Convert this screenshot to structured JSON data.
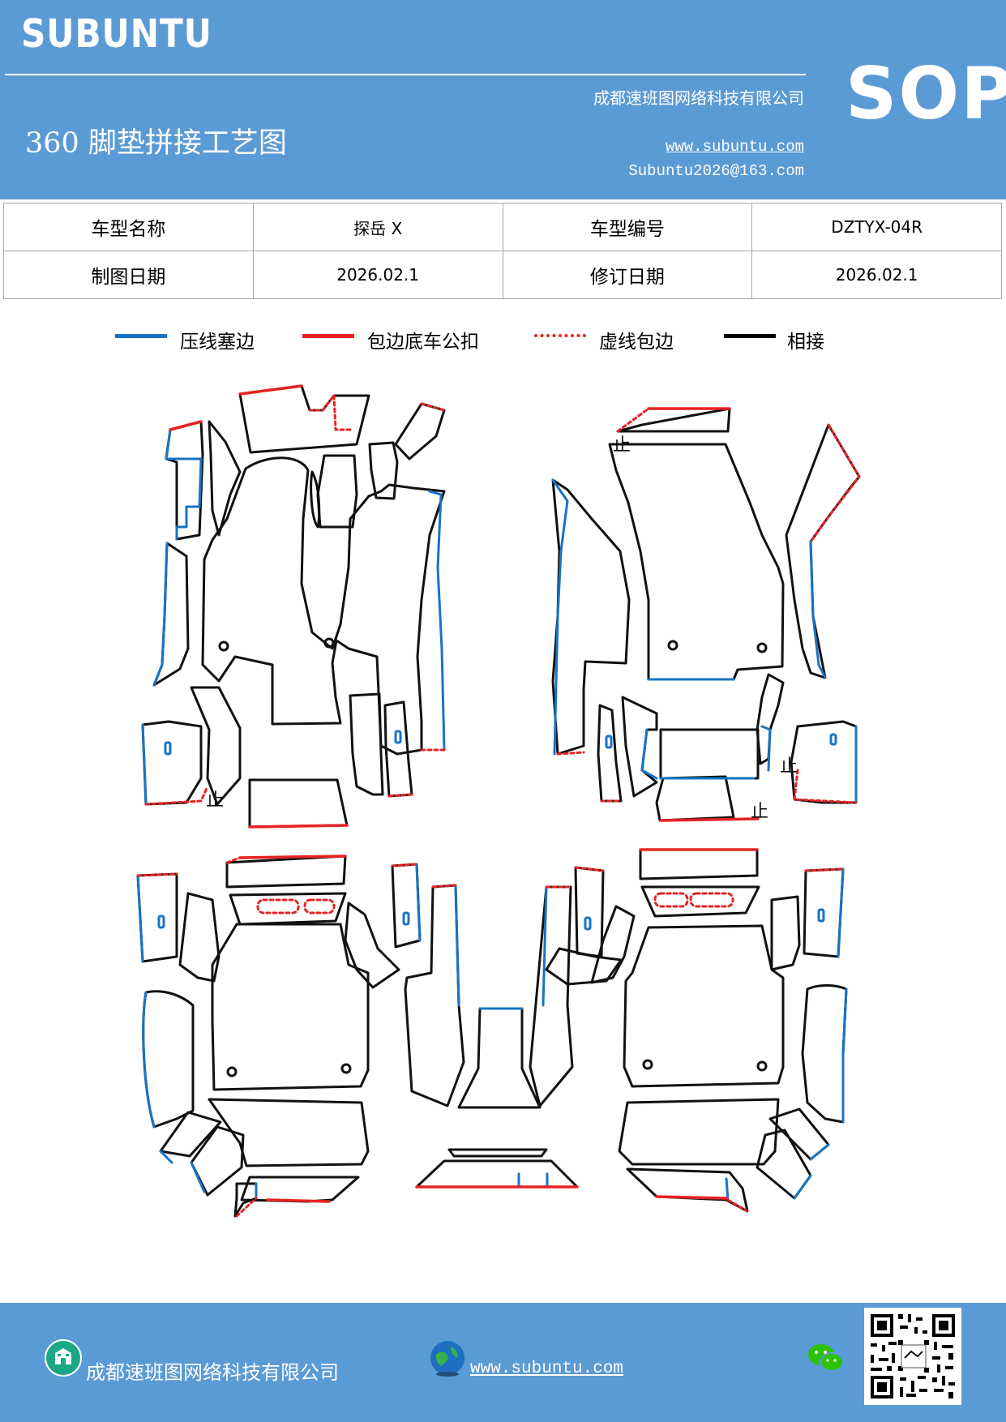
{
  "header": {
    "brand": "SUBUNTU",
    "company": "成都速班图网络科技有限公司",
    "title": "360 脚垫拼接工艺图",
    "website": "www.subuntu.com",
    "email": "Subuntu2026@163.com",
    "badge": "SOP"
  },
  "info_table": {
    "rows": [
      {
        "label1": "车型名称",
        "value1": "探岳 X",
        "label2": "车型编号",
        "value2": "DZTYX-04R"
      },
      {
        "label1": "制图日期",
        "value1": "2026.02.1",
        "label2": "修订日期",
        "value2": "2026.02.1"
      }
    ]
  },
  "legend": {
    "items": [
      {
        "label": "压线塞边",
        "color": "#1874c4",
        "style": "solid"
      },
      {
        "label": "包边底车公扣",
        "color": "#e52323",
        "style": "solid"
      },
      {
        "label": "虚线包边",
        "color": "#e52323",
        "style": "dotted"
      },
      {
        "label": "相接",
        "color": "#000000",
        "style": "solid"
      }
    ]
  },
  "diagram": {
    "mark": "止"
  },
  "footer": {
    "company": "成都速班图网络科技有限公司",
    "website": "www.subuntu.com",
    "icons": [
      "building-icon",
      "globe-icon",
      "wechat-icon",
      "qr-code"
    ]
  }
}
